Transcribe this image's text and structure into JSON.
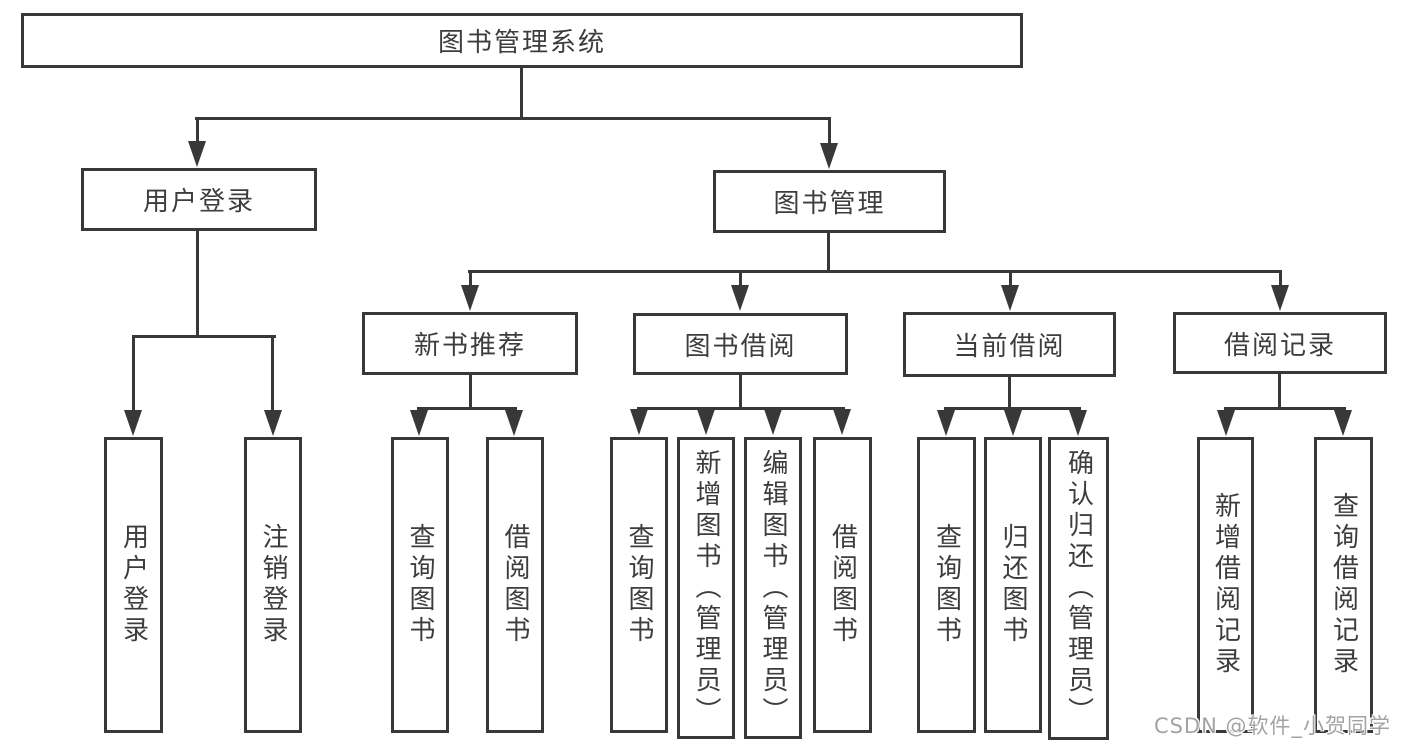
{
  "colors": {
    "line": "#383838",
    "text": "#3d3d3d",
    "watermark": "#a3a3a3",
    "background": "#ffffff"
  },
  "nodes": {
    "root": "图书管理系统",
    "user_login": "用户登录",
    "book_mgmt": "图书管理",
    "new_book_rec": "新书推荐",
    "book_borrow": "图书借阅",
    "current_borrow": "当前借阅",
    "borrow_records": "借阅记录",
    "login": "用户登录",
    "logout": "注销登录",
    "rec_query": "查询图书",
    "rec_borrow": "借阅图书",
    "bb_query": "查询图书",
    "bb_add": "新增图书（管理员）",
    "bb_edit": "编辑图书（管理员）",
    "bb_borrow": "借阅图书",
    "cb_query": "查询图书",
    "cb_return": "归还图书",
    "cb_confirm": "确认归还（管理员）",
    "br_add": "新增借阅记录",
    "br_query": "查询借阅记录"
  },
  "watermark": "CSDN @软件_小贺同学"
}
